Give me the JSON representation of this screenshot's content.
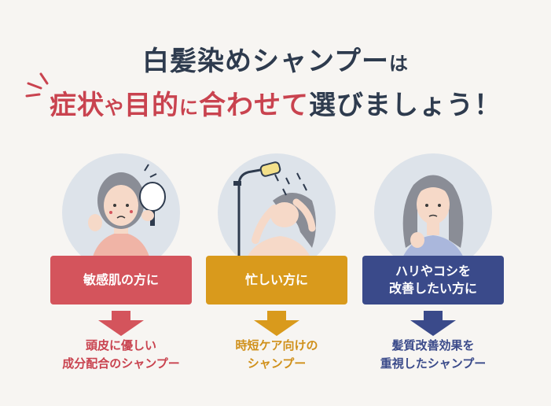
{
  "title": {
    "line1_main": "白髪染めシャンプー",
    "line1_tail": "は",
    "line2_a": "症状",
    "line2_b": "や",
    "line2_c": "目的",
    "line2_d": "に",
    "line2_e": "合わせて",
    "line2_f": "選びましょう！"
  },
  "columns": [
    {
      "label_lines": [
        "敏感肌の方に"
      ],
      "caption_lines": [
        "頭皮に優しい",
        "成分配合のシャンプー"
      ],
      "color": "#d4545c"
    },
    {
      "label_lines": [
        "忙しい方に"
      ],
      "caption_lines": [
        "時短ケア向けの",
        "シャンプー"
      ],
      "color": "#d99a1c"
    },
    {
      "label_lines": [
        "ハリやコシを",
        "改善したい方に"
      ],
      "caption_lines": [
        "髪質改善効果を",
        "重視したシャンプー"
      ],
      "color": "#3a4a8a"
    }
  ],
  "colors": {
    "background": "#f7f5f2",
    "title": "#2e3b4e",
    "accent": "#c9434f",
    "circle": "#dde3ea"
  },
  "icons": [
    "spark-lines-icon",
    "mirror-icon",
    "shower-icon",
    "water-drops-icon",
    "down-arrow-icon"
  ]
}
